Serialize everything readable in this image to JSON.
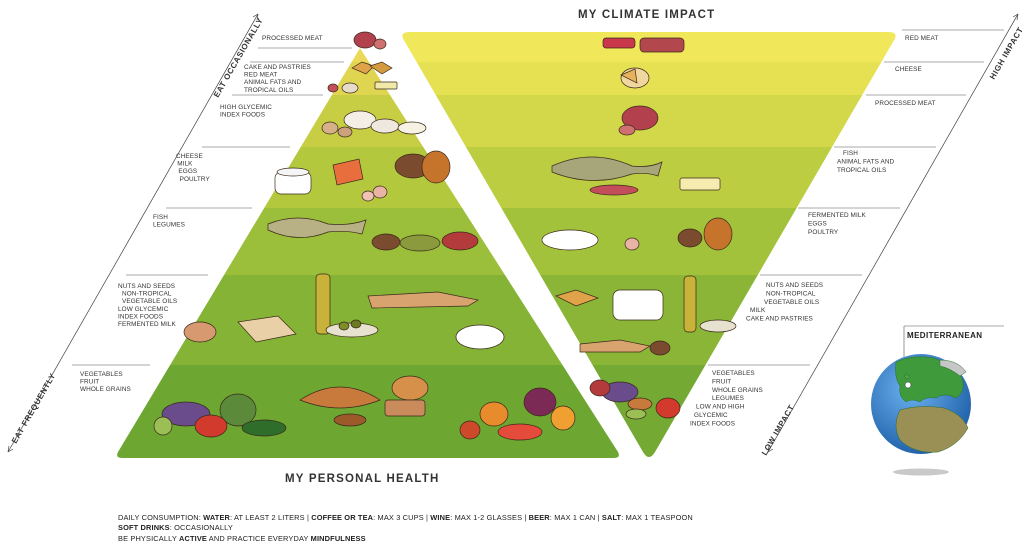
{
  "titles": {
    "personal_health": "MY PERSONAL HEALTH",
    "climate_impact": "MY CLIMATE IMPACT"
  },
  "axes": {
    "eat_occasionally": "EAT OCCASIONALLY",
    "eat_frequently": "EAT FREQUENTLY",
    "high_impact": "HIGH IMPACT",
    "low_impact": "LOW IMPACT"
  },
  "health_pyramid": {
    "tiers": [
      {
        "labels": [
          "PROCESSED MEAT"
        ]
      },
      {
        "labels": [
          "CAKE AND PASTRIES",
          "RED MEAT",
          "ANIMAL FATS  AND",
          "TROPICAL OILS"
        ]
      },
      {
        "labels": [
          "HIGH GLYCEMIC",
          "INDEX FOODS"
        ]
      },
      {
        "labels": [
          "CHEESE",
          "MILK",
          "EGGS",
          "POULTRY"
        ]
      },
      {
        "labels": [
          "FISH",
          "LEGUMES"
        ]
      },
      {
        "labels": [
          "NUTS AND SEEDS",
          "NON-TROPICAL",
          "VEGETABLE OILS",
          "LOW GLYCEMIC",
          "INDEX FOODS",
          "FERMENTED MILK"
        ]
      },
      {
        "labels": [
          "VEGETABLES",
          "FRUIT",
          "WHOLE GRAINS"
        ]
      }
    ],
    "colors": [
      "#ecd95a",
      "#dfd550",
      "#c8ce44",
      "#b4c83e",
      "#9bbf3a",
      "#84b335",
      "#6ea632"
    ]
  },
  "climate_pyramid": {
    "tiers": [
      {
        "labels": [
          "RED MEAT"
        ]
      },
      {
        "labels": [
          "CHEESE"
        ]
      },
      {
        "labels": [
          "PROCESSED  MEAT"
        ]
      },
      {
        "labels": [
          "FISH",
          "ANIMAL FATS AND",
          "TROPICAL OILS"
        ]
      },
      {
        "labels": [
          "FERMENTED MILK",
          "EGGS",
          "POULTRY"
        ]
      },
      {
        "labels": [
          "NUTS AND SEEDS",
          "NON-TROPICAL",
          "VEGETABLE OILS",
          "MILK",
          "CAKE AND PASTRIES"
        ]
      },
      {
        "labels": [
          "VEGETABLES",
          "FRUIT",
          "WHOLE GRAINS",
          "LEGUMES",
          "LOW AND HIGH",
          "GLYCEMIC",
          "INDEX FOODS"
        ]
      }
    ],
    "colors": [
      "#f0e75a",
      "#e6e152",
      "#d3d84a",
      "#bccd42",
      "#a3c23c",
      "#8ab537",
      "#74a933"
    ]
  },
  "globe": {
    "title": "MEDITERRANEAN",
    "ocean_color": "#2f7fd0",
    "land_color": "#3c8f3a"
  },
  "footer": {
    "daily_prefix": "DAILY CONSUMPTION: ",
    "water_label": "WATER",
    "water_value": ": AT LEAST 2 LITERS | ",
    "coffee_label": "COFFEE OR TEA",
    "coffee_value": ": MAX 3 CUPS | ",
    "wine_label": "WINE",
    "wine_value": ": MAX 1-2 GLASSES | ",
    "beer_label": "BEER",
    "beer_value": ": MAX 1 CAN | ",
    "salt_label": "SALT",
    "salt_value": ": MAX 1 TEASPOON",
    "soft_label": "SOFT DRINKS",
    "soft_value": ": OCCASIONALLY",
    "active_prefix": "BE PHYSICALLY ",
    "active_label": "ACTIVE",
    "active_mid": " AND PRACTICE EVERYDAY ",
    "mind_label": "MINDFULNESS"
  }
}
